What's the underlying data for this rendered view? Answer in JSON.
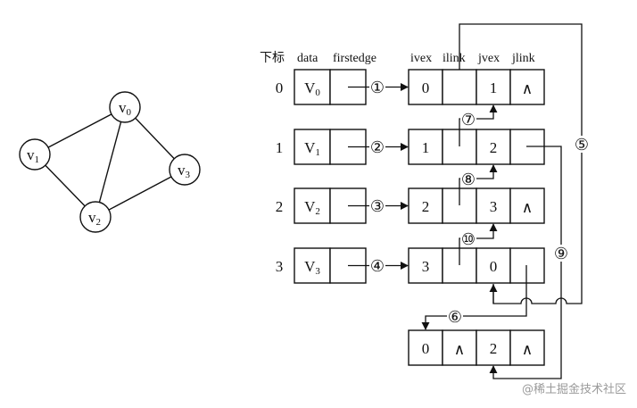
{
  "graph": {
    "vertices": [
      {
        "id": "v0",
        "base": "v",
        "sub": "0"
      },
      {
        "id": "v1",
        "base": "v",
        "sub": "1"
      },
      {
        "id": "v2",
        "base": "v",
        "sub": "2"
      },
      {
        "id": "v3",
        "base": "v",
        "sub": "3"
      }
    ],
    "edges": [
      [
        "v0",
        "v1"
      ],
      [
        "v0",
        "v2"
      ],
      [
        "v0",
        "v3"
      ],
      [
        "v1",
        "v2"
      ],
      [
        "v2",
        "v3"
      ]
    ]
  },
  "headers": {
    "index": "下标",
    "data": "data",
    "firstedge": "firstedge",
    "ivex": "ivex",
    "ilink": "ilink",
    "jvex": "jvex",
    "jlink": "jlink"
  },
  "vertex_table": [
    {
      "index": "0",
      "data_base": "V",
      "data_sub": "0"
    },
    {
      "index": "1",
      "data_base": "V",
      "data_sub": "1"
    },
    {
      "index": "2",
      "data_base": "V",
      "data_sub": "2"
    },
    {
      "index": "3",
      "data_base": "V",
      "data_sub": "3"
    }
  ],
  "edge_nodes": [
    {
      "ivex": "0",
      "jvex": "1",
      "jlink": "∧",
      "ilink": ""
    },
    {
      "ivex": "1",
      "jvex": "2",
      "jlink": "",
      "ilink": ""
    },
    {
      "ivex": "2",
      "jvex": "3",
      "jlink": "∧",
      "ilink": ""
    },
    {
      "ivex": "3",
      "jvex": "0",
      "jlink": "",
      "ilink": ""
    },
    {
      "ivex": "0",
      "jvex": "2",
      "jlink": "∧",
      "ilink": "∧"
    }
  ],
  "markers": [
    "①",
    "②",
    "③",
    "④",
    "⑤",
    "⑥",
    "⑦",
    "⑧",
    "⑨",
    "⑩"
  ],
  "watermark": "@稀土掘金技术社区"
}
